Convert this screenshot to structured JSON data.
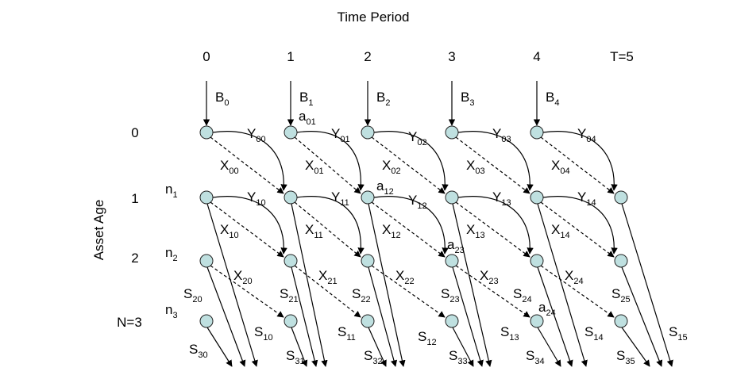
{
  "title": "Time Period",
  "y_axis_label": "Asset Age",
  "time_periods": [
    "0",
    "1",
    "2",
    "3",
    "4",
    "T=5"
  ],
  "ages": [
    "0",
    "1",
    "2",
    "N=3"
  ],
  "budgets": [
    {
      "base": "B",
      "sub": "0"
    },
    {
      "base": "B",
      "sub": "1"
    },
    {
      "base": "B",
      "sub": "2"
    },
    {
      "base": "B",
      "sub": "3"
    },
    {
      "base": "B",
      "sub": "4"
    }
  ],
  "n_labels": [
    {
      "base": "n",
      "sub": "1"
    },
    {
      "base": "n",
      "sub": "2"
    },
    {
      "base": "n",
      "sub": "3"
    }
  ],
  "y_labels": [
    {
      "base": "Y",
      "sub": "00"
    },
    {
      "base": "Y",
      "sub": "01"
    },
    {
      "base": "Y",
      "sub": "02"
    },
    {
      "base": "Y",
      "sub": "03"
    },
    {
      "base": "Y",
      "sub": "04"
    },
    {
      "base": "Y",
      "sub": "10"
    },
    {
      "base": "Y",
      "sub": "11"
    },
    {
      "base": "Y",
      "sub": "12"
    },
    {
      "base": "Y",
      "sub": "13"
    },
    {
      "base": "Y",
      "sub": "14"
    }
  ],
  "x_labels": [
    {
      "base": "X",
      "sub": "00"
    },
    {
      "base": "X",
      "sub": "01"
    },
    {
      "base": "X",
      "sub": "02"
    },
    {
      "base": "X",
      "sub": "03"
    },
    {
      "base": "X",
      "sub": "04"
    },
    {
      "base": "X",
      "sub": "10"
    },
    {
      "base": "X",
      "sub": "11"
    },
    {
      "base": "X",
      "sub": "12"
    },
    {
      "base": "X",
      "sub": "13"
    },
    {
      "base": "X",
      "sub": "14"
    },
    {
      "base": "X",
      "sub": "20"
    },
    {
      "base": "X",
      "sub": "21"
    },
    {
      "base": "X",
      "sub": "22"
    },
    {
      "base": "X",
      "sub": "23"
    },
    {
      "base": "X",
      "sub": "24"
    }
  ],
  "s_labels": [
    {
      "base": "S",
      "sub": "20"
    },
    {
      "base": "S",
      "sub": "21"
    },
    {
      "base": "S",
      "sub": "22"
    },
    {
      "base": "S",
      "sub": "23"
    },
    {
      "base": "S",
      "sub": "24"
    },
    {
      "base": "S",
      "sub": "25"
    },
    {
      "base": "S",
      "sub": "30"
    },
    {
      "base": "S",
      "sub": "31"
    },
    {
      "base": "S",
      "sub": "32"
    },
    {
      "base": "S",
      "sub": "33"
    },
    {
      "base": "S",
      "sub": "34"
    },
    {
      "base": "S",
      "sub": "35"
    },
    {
      "base": "S",
      "sub": "10"
    },
    {
      "base": "S",
      "sub": "11"
    },
    {
      "base": "S",
      "sub": "12"
    },
    {
      "base": "S",
      "sub": "13"
    },
    {
      "base": "S",
      "sub": "14"
    },
    {
      "base": "S",
      "sub": "15"
    }
  ],
  "a_labels": [
    {
      "base": "a",
      "sub": "01"
    },
    {
      "base": "a",
      "sub": "12"
    },
    {
      "base": "a",
      "sub": "23"
    },
    {
      "base": "a",
      "sub": "24"
    }
  ]
}
